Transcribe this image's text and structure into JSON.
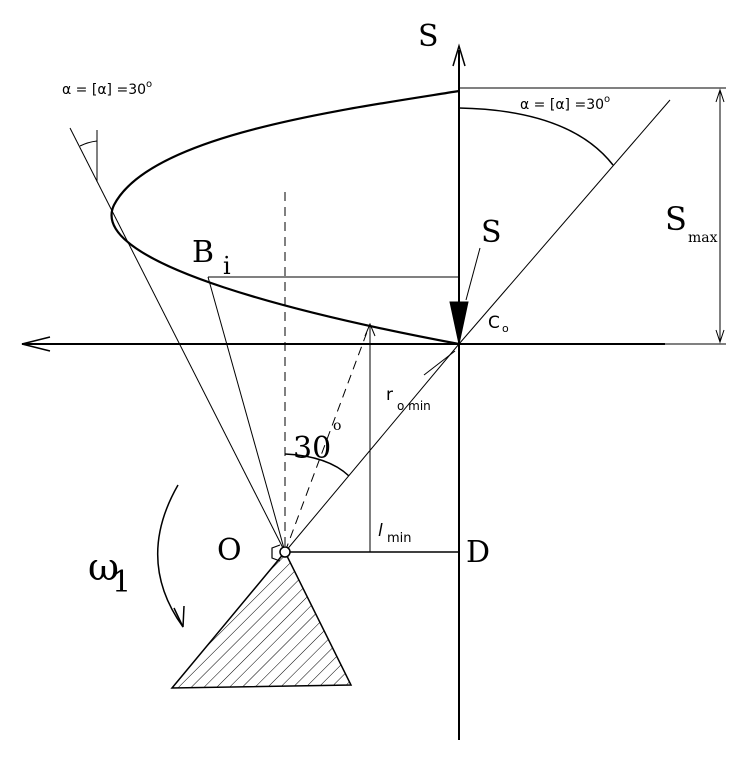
{
  "labels": {
    "axis_s": "S",
    "alpha_left": "α = [α] =30",
    "alpha_left_sup": "o",
    "alpha_right": "α = [α] =30",
    "alpha_right_sup": "o",
    "s_max_main": "S",
    "s_max_sub": "max",
    "s_arrow": "S",
    "b_main": "B",
    "b_sub": "i",
    "c_main": "C",
    "c_sub": "o",
    "r_main": "r",
    "r_sub": "o min",
    "angle_main": "30",
    "angle_sup": "o",
    "l_main": "l",
    "l_sub": "min",
    "o_label": "O",
    "d_label": "D",
    "omega_main": "ω",
    "omega_sub": "1"
  },
  "colors": {
    "stroke": "#000000",
    "background": "#ffffff"
  }
}
